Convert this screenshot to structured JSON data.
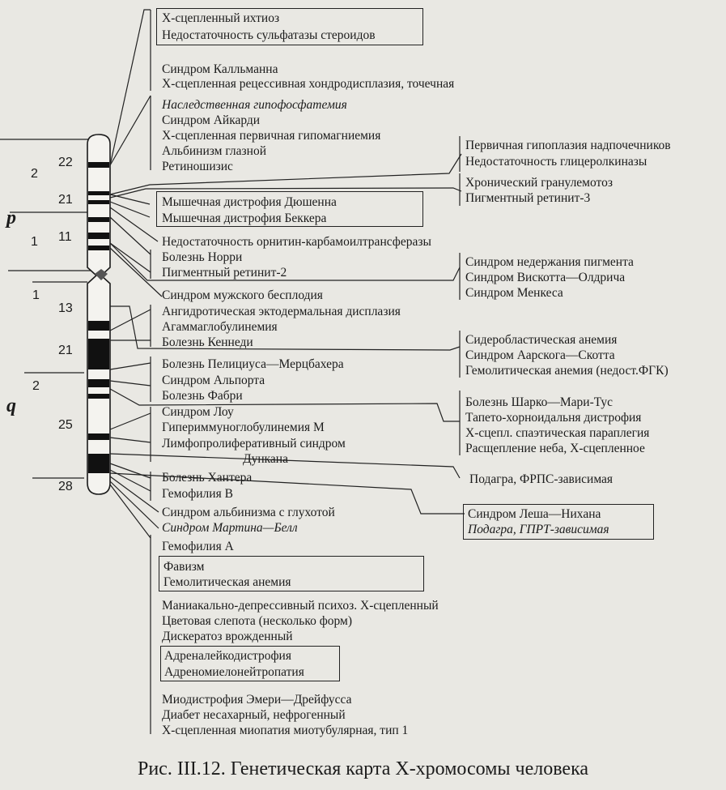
{
  "arms": {
    "p": "p",
    "q": "q"
  },
  "regions": {
    "p2": "2",
    "p1": "1",
    "q1": "1",
    "q2": "2"
  },
  "bands": {
    "b22": "22",
    "b21p": "21",
    "b11": "11",
    "b13": "13",
    "b21q": "21",
    "b25": "25",
    "b28": "28"
  },
  "labels": {
    "ichthyosis": "X-сцепленный ихтиоз",
    "sulfatase": "Недостаточность сульфатазы стероидов",
    "kallmann": "Синдром Калльманна",
    "chondrodysplasia": "X-сцепленная рецессивная хондродисплазия, точечная",
    "hypophosphatemia": "Наследственная гипофосфатемия",
    "aicardi": "Синдром Айкарди",
    "hypomagnesemia": "X-сцепленная первичная гипомагниемия",
    "albinism_ocular": "Альбинизм глазной",
    "retinoschisis": "Ретиношизис",
    "adrenal_hypoplasia": "Первичная гипоплазия надпочечников",
    "glycerol_kinase": "Недостаточность глицеролкиназы",
    "granulomatosis": "Хронический гранулемотоз",
    "retinitis3": "Пигментный ретинит-3",
    "duchenne": "Мышечная дистрофия Дюшенна",
    "becker": "Мышечная дистрофия Беккера",
    "otc": "Недостаточность орнитин-карбамоилтрансферазы",
    "norrie": "Болезнь Норри",
    "retinitis2": "Пигментный ретинит-2",
    "incontinentia": "Синдром недержания пигмента",
    "wiskott": "Синдром Вискотта—Олдрича",
    "menkes": "Синдром Менкеса",
    "infertility": "Синдром мужского бесплодия",
    "ectodermal": "Ангидротическая эктодермальная дисплазия",
    "agammaglobulinemia": "Агаммаглобулинемия",
    "kennedy": "Болезнь Кеннеди",
    "sideroblastic": "Сидеробластическая анемия",
    "aarskog": "Синдром Аарскога—Скотта",
    "hemolytic_pgk": "Гемолитическая анемия (недост.ФГК)",
    "pelizaeus": "Болезнь Пелициуса—Мерцбахера",
    "alport": "Синдром Альпорта",
    "fabry": "Болезнь Фабри",
    "charcot": "Болезнь Шарко—Мари-Тус",
    "tapeto": "Тапето-хорноидальня дистрофия",
    "spastic": "X-сцепл. спаэтическая параплегия",
    "cleft": "Расщепление неба, X-сцепленное",
    "lowe": "Синдром Лоу",
    "hyperigm": "Гипериммуноглобулинемия М",
    "lymphoproliferative": "Лимфопролиферативный синдром",
    "duncan": "Дункана",
    "gout_prps": "Подагра, ФРПС-зависимая",
    "hunter": "Болезнь Хантера",
    "hemophilia_b": "Гемофилия В",
    "lesch": "Синдром Леша—Нихана",
    "gout_hgprt": "Подагра, ГПРТ-зависимая",
    "albinism_deaf": "Синдром альбинизма с глухотой",
    "martin_bell": "Синдром Мартина—Белл",
    "hemophilia_a": "Гемофилия А",
    "favism": "Фавизм",
    "hemolytic": "Гемолитическая анемия",
    "manic": "Маниакально-депрессивный психоз. X-сцепленный",
    "colorblind": "Цветовая слепота (несколько форм)",
    "dyskeratosis": "Дискератоз врожденный",
    "adrenoleuko": "Адреналейкодистрофия",
    "adrenomyelo": "Адреномиелонейтропатия",
    "emery": "Миодистрофия Эмери—Дрейфусса",
    "diabetes": "Диабет несахарный, нефрогенный",
    "myopathy": "X-сцепленная миопатия миотубулярная, тип 1"
  },
  "caption": "Рис. III.12. Генетическая карта X-хромосомы человека"
}
